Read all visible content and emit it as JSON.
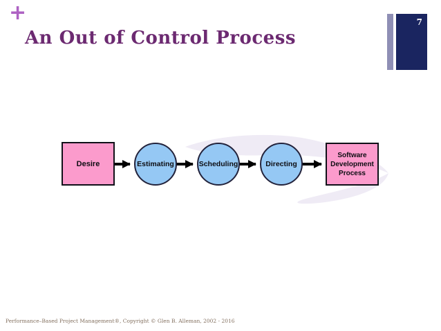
{
  "slide": {
    "plus_glyph": "+",
    "title": "An Out of Control Process",
    "page_number": "7",
    "footer": "Performance–Based Project Management®, Copyright © Glen B. Alleman, 2002 - 2016"
  },
  "colors": {
    "accent_plus": "#ae62c3",
    "title_text": "#6c2a71",
    "page_tab_navy": "#1a2560",
    "page_tab_light_bar": "#8f8fb5",
    "node_pink": "#fb9bcc",
    "node_blue": "#95c8f4",
    "node_border": "#101018",
    "arrow": "#000000",
    "swoosh": "#efebf5",
    "footer_text": "#83705f"
  },
  "diagram": {
    "nodes": [
      {
        "id": "desire",
        "label": "Desire",
        "shape": "rect"
      },
      {
        "id": "estimating",
        "label": "Estimating",
        "shape": "circle"
      },
      {
        "id": "scheduling",
        "label": "Scheduling",
        "shape": "circle"
      },
      {
        "id": "directing",
        "label": "Directing",
        "shape": "circle"
      },
      {
        "id": "software",
        "label": "Software Development Process",
        "shape": "rect"
      }
    ],
    "edges": [
      {
        "from": "desire",
        "to": "estimating"
      },
      {
        "from": "estimating",
        "to": "scheduling"
      },
      {
        "from": "scheduling",
        "to": "directing"
      },
      {
        "from": "directing",
        "to": "software"
      }
    ]
  }
}
